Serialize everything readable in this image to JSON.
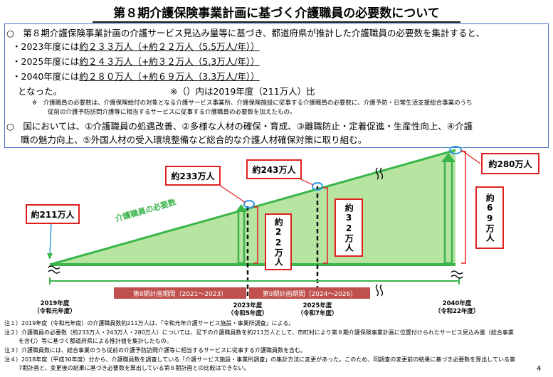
{
  "title": "第８期介護保険事業計画に基づく介護職員の必要数について",
  "summary": {
    "line1": "○　第８期介護保険事業計画の介護サービス見込み量等に基づき、都道府県が推計した介護職員の必要数を集計すると、",
    "rows": [
      {
        "prefix": "・2023年度には",
        "text": "約２３３万人（+約２２万人（5.5万人/年））"
      },
      {
        "prefix": "・2025年度には",
        "text": "約２４３万人（+約３２万人（5.3万人/年））"
      },
      {
        "prefix": "・2040年度には",
        "text": "約２８０万人（+約６９万人（3.3万人/年））"
      }
    ],
    "conclusion": "となった。",
    "baseline_note": "※（）内は2019年度（211万人）比",
    "footnote_line1": "※　介護職員の必要数は、介護保険給付の対象となる介護サービス事業所、介護保険施設に従事する介護職員の必要数に、介護予防・日常生活支援総合事業のうち",
    "footnote_line2": "従前の介護予防訪問介護等に相当するサービスに従事する介護職員の必要数を加えたもの。",
    "policy_line1": "○　国においては、①介護職員の処遇改善、②多様な人材の確保・育成、③離職防止・定着促進・生産性向上、④介護",
    "policy_line2": "職の魅力向上、⑤外国人材の受入環境整備など総合的な介護人材確保対策に取り組む。"
  },
  "diagram": {
    "area_label": "介護職員の必要数",
    "points": [
      {
        "label": "約211万人",
        "value": 211
      },
      {
        "label": "約233万人",
        "value": 233
      },
      {
        "label": "約243万人",
        "value": 243
      },
      {
        "label": "約280万人",
        "value": 280
      }
    ],
    "increases": [
      "約22万人",
      "約32万人",
      "約69万人"
    ],
    "periods": [
      "第8期計画期間（2021～2023）",
      "第9期計画期間（2024～2026）"
    ],
    "years": [
      {
        "y": "2019年度",
        "era": "（令和元年度）"
      },
      {
        "y": "2023年度",
        "era": "（令和5年度）"
      },
      {
        "y": "2025年度",
        "era": "（令和7年度）"
      },
      {
        "y": "2040年度",
        "era": "（令和22年度）"
      }
    ],
    "colors": {
      "fill": "#b7e4a0",
      "line": "#39b54a",
      "arrow": "#39b54a",
      "box": "#e02020",
      "period": "#c0504d"
    }
  },
  "notes": [
    "注１）2019年度（令和元年度）の介護職員数約211万人は、「令和元年介護サービス施設・事業所調査」による。",
    "注２）介護職員の必要数（約233万人・243万人・280万人）については、足下の介護職員数を約211万人として、市町村により第８期介護保険事業計画に位置付けられたサービス見込み量（総合事業",
    "を含む）等に基づく都道府県による推計値を集計したもの。",
    "注３）介護職員数には、総合事業のうち従前の介護予防訪問介護等に相当するサービスに従事する介護職員数を含む。",
    "注４）2018年度（平成30年度）分から、介護職員数を調査している「介護サービス施設・事業所調査」の集計方法に変更があった。このため、同調査の変更前の結果に基づき必要数を算出している第",
    "7期計画と、変更後の結果に基づき必要数を算出している第８期計画との比較はできない。"
  ],
  "page_number": "4"
}
